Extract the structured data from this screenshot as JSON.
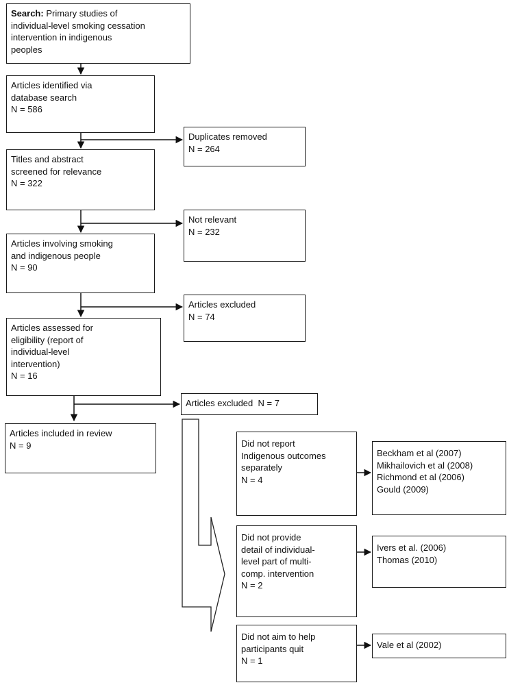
{
  "flow": {
    "search": {
      "label": "Search:",
      "lines": [
        "Primary studies of",
        "individual-level smoking cessation",
        "intervention in indigenous",
        "peoples"
      ]
    },
    "identified": {
      "lines": [
        "Articles identified via",
        "database search",
        "N = 586"
      ]
    },
    "duplicates": {
      "lines": [
        "Duplicates removed",
        "N = 264"
      ]
    },
    "screened": {
      "lines": [
        "Titles and abstract",
        "screened for relevance",
        "N = 322"
      ]
    },
    "not_relevant": {
      "lines": [
        "Not relevant",
        "N = 232"
      ]
    },
    "involving": {
      "lines": [
        "Articles involving smoking",
        "and indigenous people",
        "N = 90"
      ]
    },
    "excluded_74": {
      "lines": [
        "Articles excluded",
        "N = 74"
      ]
    },
    "assessed": {
      "lines": [
        "Articles assessed for",
        "eligibility (report of",
        "individual-level",
        "intervention)",
        "N = 16"
      ]
    },
    "excluded_7": {
      "lines": [
        "Articles excluded  N = 7"
      ]
    },
    "included": {
      "lines": [
        "Articles included in review",
        "N = 9"
      ]
    },
    "reason_1": {
      "lines": [
        "Did not report",
        "Indigenous outcomes",
        "separately",
        "N = 4"
      ]
    },
    "studies_1": {
      "lines": [
        "Beckham et al (2007)",
        "Mikhailovich et al (2008)",
        "Richmond et al (2006)",
        "Gould (2009)"
      ]
    },
    "reason_2": {
      "lines": [
        "Did not provide",
        "detail of individual-",
        "level part of multi-",
        "comp. intervention",
        "N = 2"
      ]
    },
    "studies_2": {
      "lines": [
        "Ivers et al. (2006)",
        "Thomas (2010)"
      ]
    },
    "reason_3": {
      "lines": [
        "Did not aim to help",
        "participants quit",
        "N = 1"
      ]
    },
    "studies_3": {
      "lines": [
        "Vale et al (2002)"
      ]
    }
  }
}
